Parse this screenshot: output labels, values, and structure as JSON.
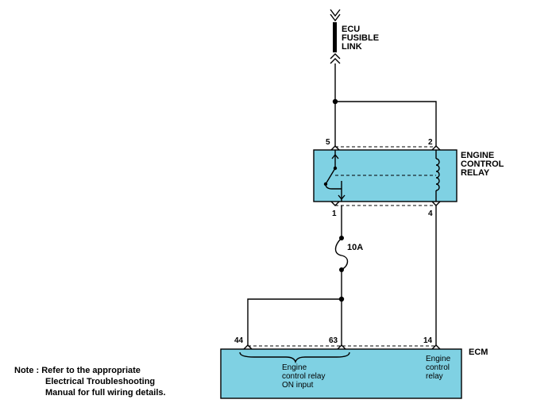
{
  "fusible_link": {
    "line1": "ECU",
    "line2": "FUSIBLE",
    "line3": "LINK"
  },
  "relay": {
    "line1": "ENGINE",
    "line2": "CONTROL",
    "line3": "RELAY",
    "pin_5": "5",
    "pin_2": "2",
    "pin_1": "1",
    "pin_4": "4"
  },
  "fuse": {
    "rating": "10A"
  },
  "ecm": {
    "label": "ECM",
    "pin_44": "44",
    "pin_63": "63",
    "pin_14": "14",
    "input_line1": "Engine",
    "input_line2": "control relay",
    "input_line3": "ON input",
    "relay_line1": "Engine",
    "relay_line2": "control",
    "relay_line3": "relay"
  },
  "note": {
    "line1": "Note : Refer to the appropriate",
    "line2": "Electrical Troubleshooting",
    "line3": "Manual for full wiring details."
  },
  "colors": {
    "component_fill": "#7fd1e3",
    "wire": "#000000"
  }
}
